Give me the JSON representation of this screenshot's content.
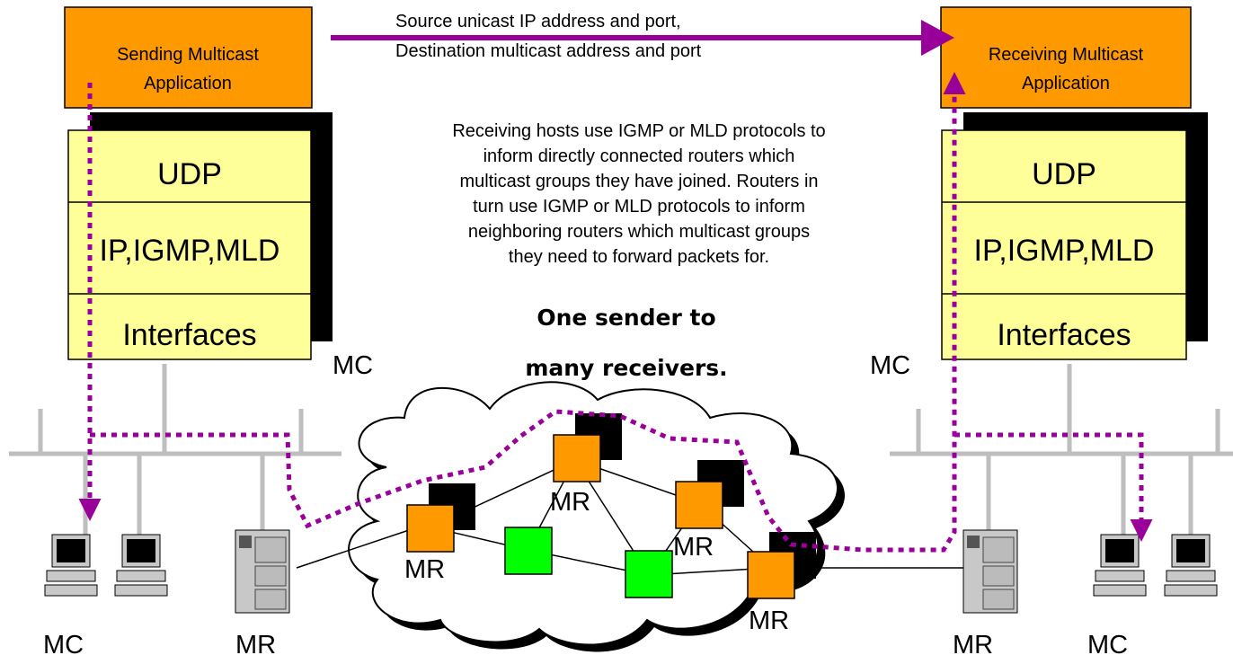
{
  "sender_app": {
    "line1": "Sending Multicast",
    "line2": "Application"
  },
  "receiver_app": {
    "line1": "Receiving Multicast",
    "line2": "Application"
  },
  "stack_layers": {
    "udp": "UDP",
    "ip": "IP,IGMP,MLD",
    "interfaces": "Interfaces"
  },
  "arrow_text": {
    "line1": "Source unicast IP address and port,",
    "line2": "Destination multicast address and port"
  },
  "description": [
    "Receiving hosts use IGMP or MLD protocols to",
    "inform directly connected routers which",
    "multicast groups they have joined.  Routers in",
    "turn use IGMP or MLD protocols to inform",
    "neighboring routers which multicast groups",
    "they need to forward packets for."
  ],
  "tagline": {
    "line1": "One sender to",
    "line2": "many receivers."
  },
  "labels": {
    "mc": "MC",
    "mr": "MR"
  },
  "colors": {
    "app_box": "#FF9900",
    "stack": "#FFFF99",
    "path": "#990099",
    "router": "#FF9900",
    "green": "#00FF00",
    "lan": "#C0C0C0"
  }
}
